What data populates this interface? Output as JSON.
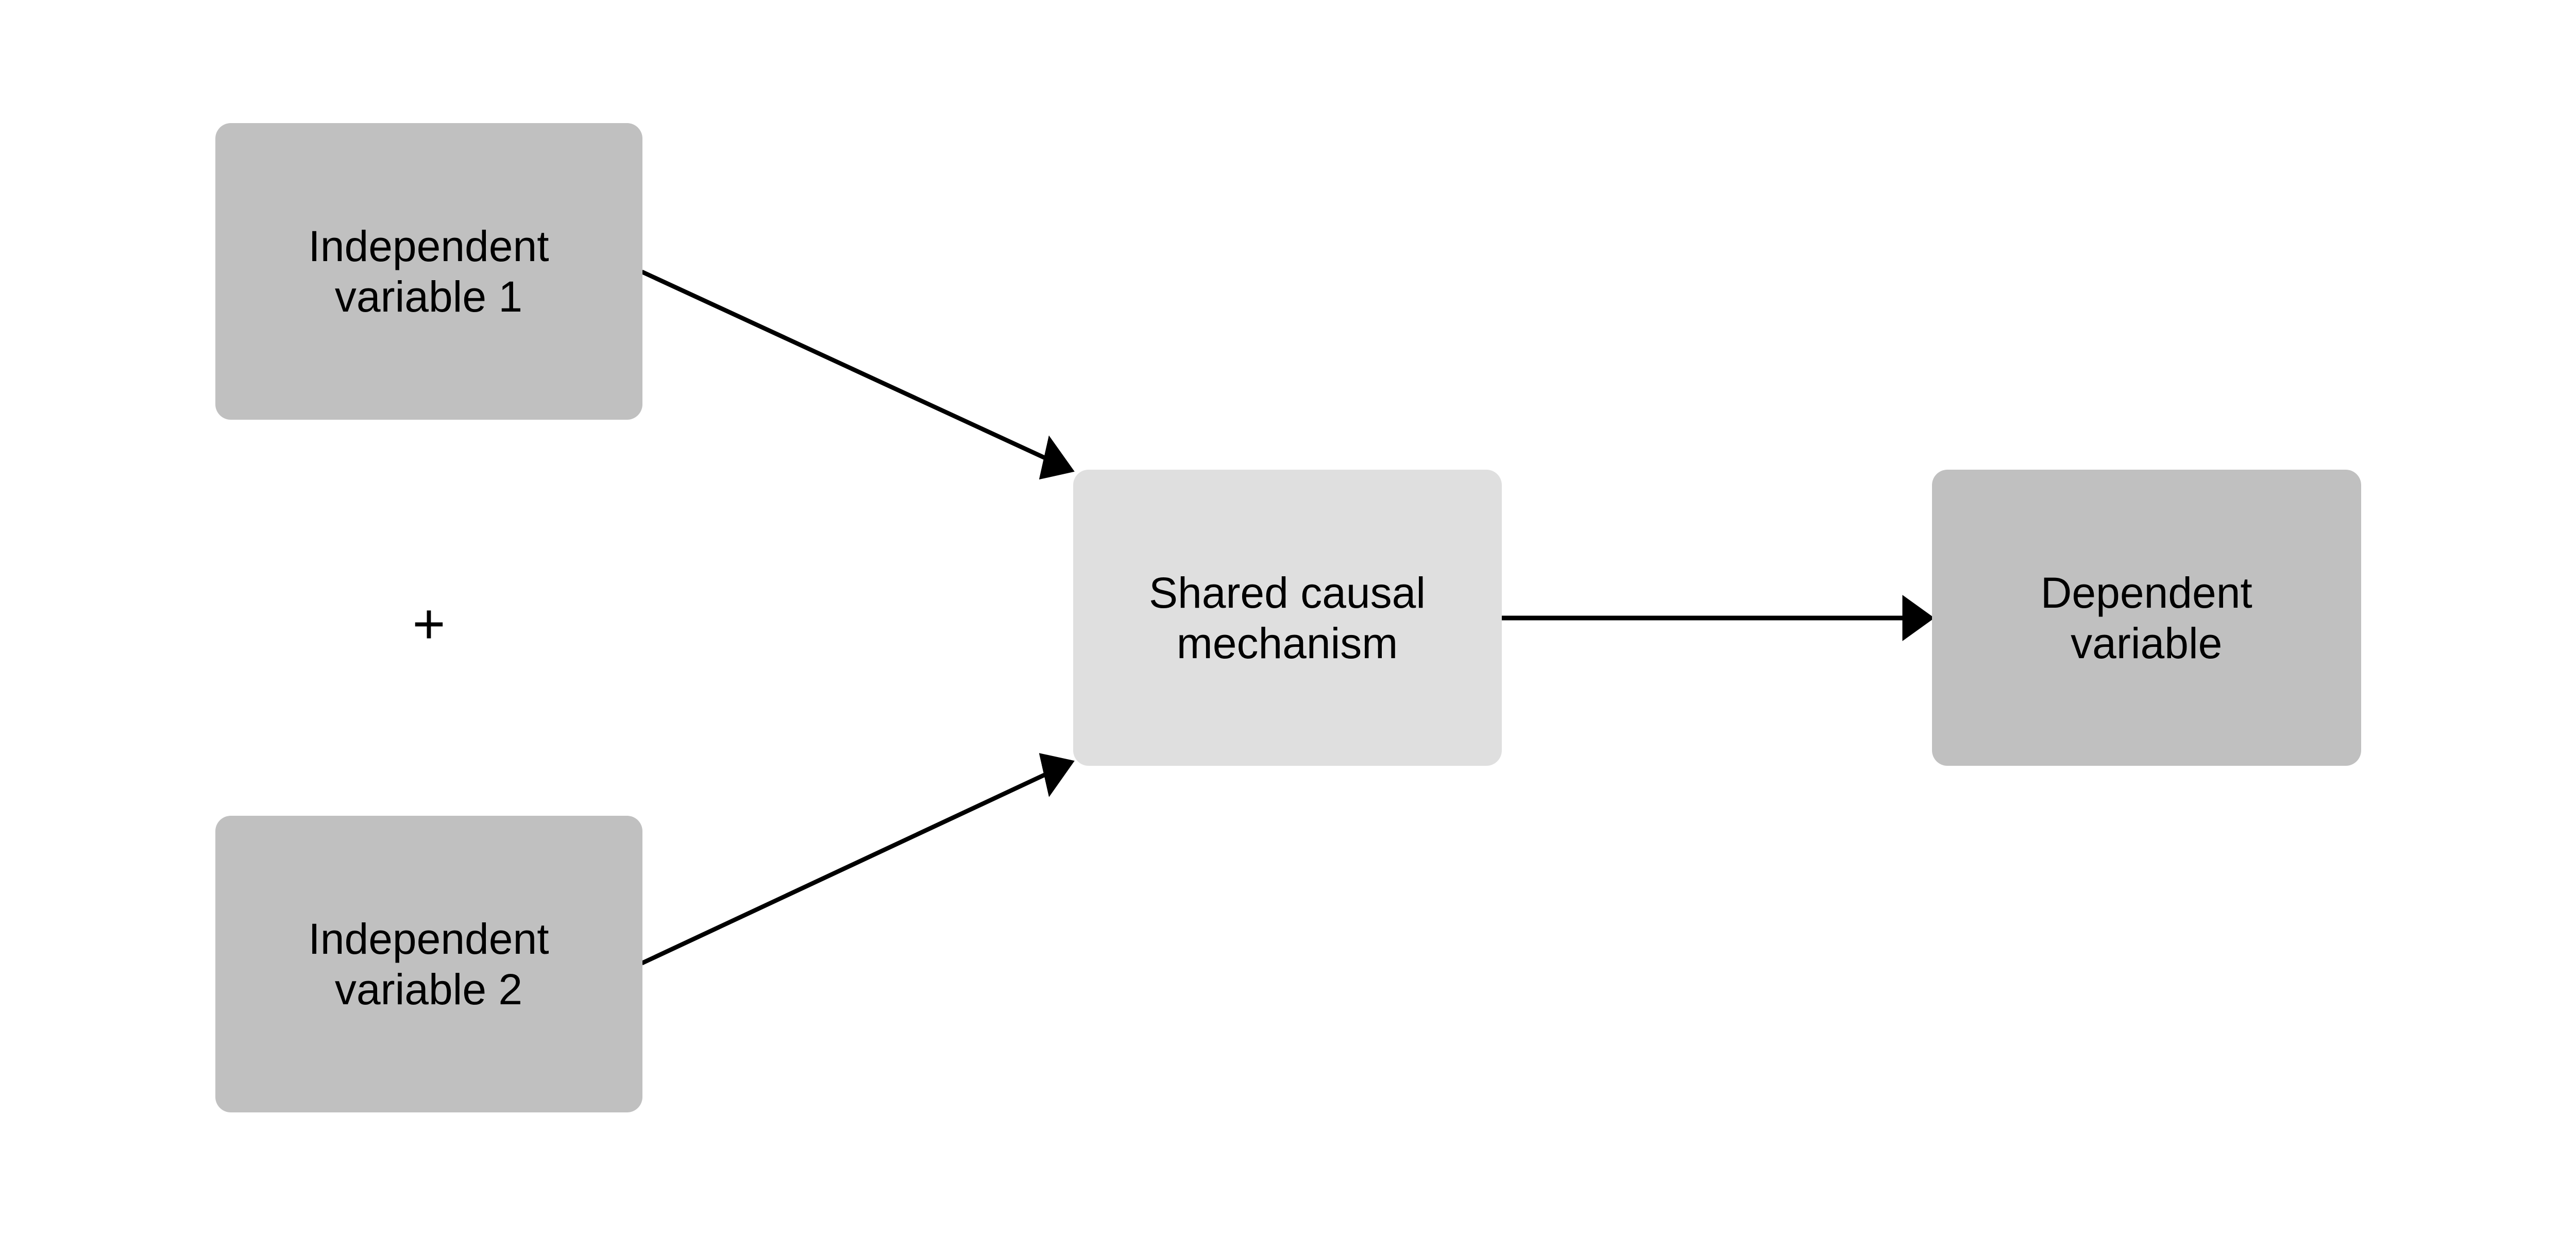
{
  "diagram": {
    "nodes": [
      {
        "id": "iv1",
        "label_line1": "Independent",
        "label_line2": "variable 1",
        "color": "#c0c0c0"
      },
      {
        "id": "iv2",
        "label_line1": "Independent",
        "label_line2": "variable 2",
        "color": "#c0c0c0"
      },
      {
        "id": "mech",
        "label_line1": "Shared causal",
        "label_line2": "mechanism",
        "color": "#dfdfdf"
      },
      {
        "id": "dv",
        "label_line1": "Dependent",
        "label_line2": "variable",
        "color": "#c0c0c0"
      }
    ],
    "operator": "+",
    "edges": [
      {
        "from": "iv1",
        "to": "mech"
      },
      {
        "from": "iv2",
        "to": "mech"
      },
      {
        "from": "mech",
        "to": "dv"
      }
    ]
  }
}
